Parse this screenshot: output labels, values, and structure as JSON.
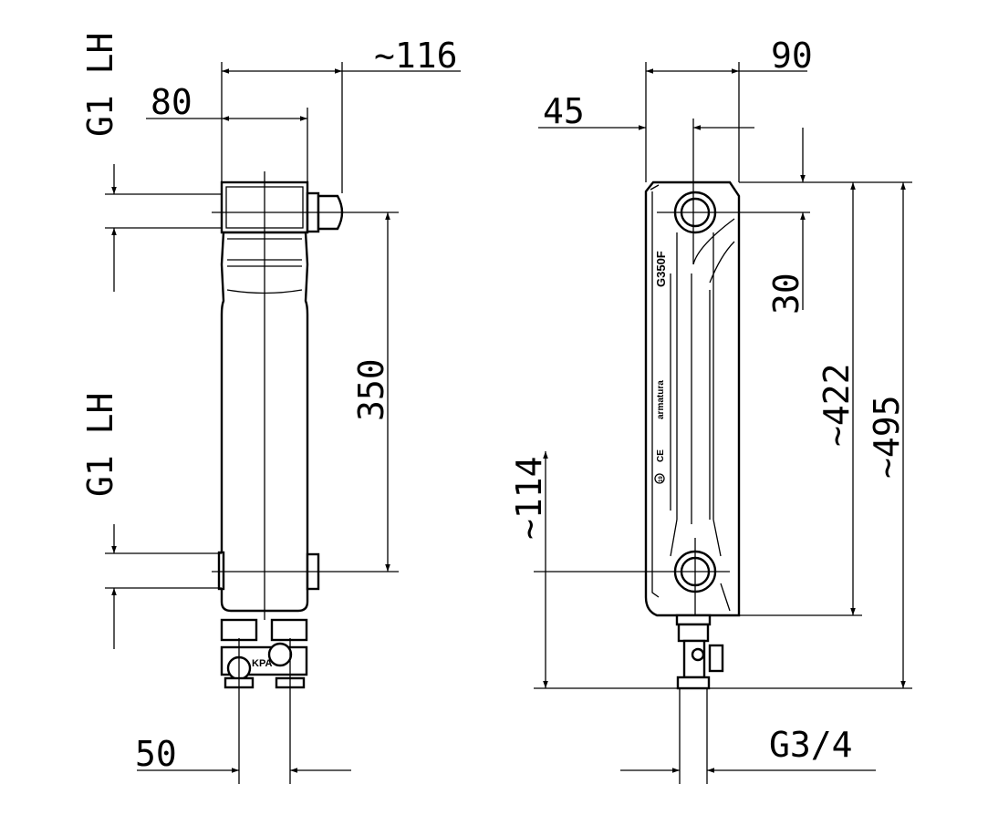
{
  "left_view": {
    "dim_116": "~116",
    "dim_80": "80",
    "thread_top": "G1 LH",
    "dim_350": "350",
    "thread_bottom": "G1 LH",
    "dim_50": "50",
    "valve_label": "KPA"
  },
  "right_view": {
    "dim_90": "90",
    "dim_45": "45",
    "dim_30": "30",
    "dim_422": "~422",
    "dim_495": "~495",
    "dim_114": "~114",
    "thread_connection": "G3/4",
    "model_marking": "G350F",
    "brand_marking": "armatura",
    "ce_marking": "CE",
    "badge_marking": "19"
  }
}
